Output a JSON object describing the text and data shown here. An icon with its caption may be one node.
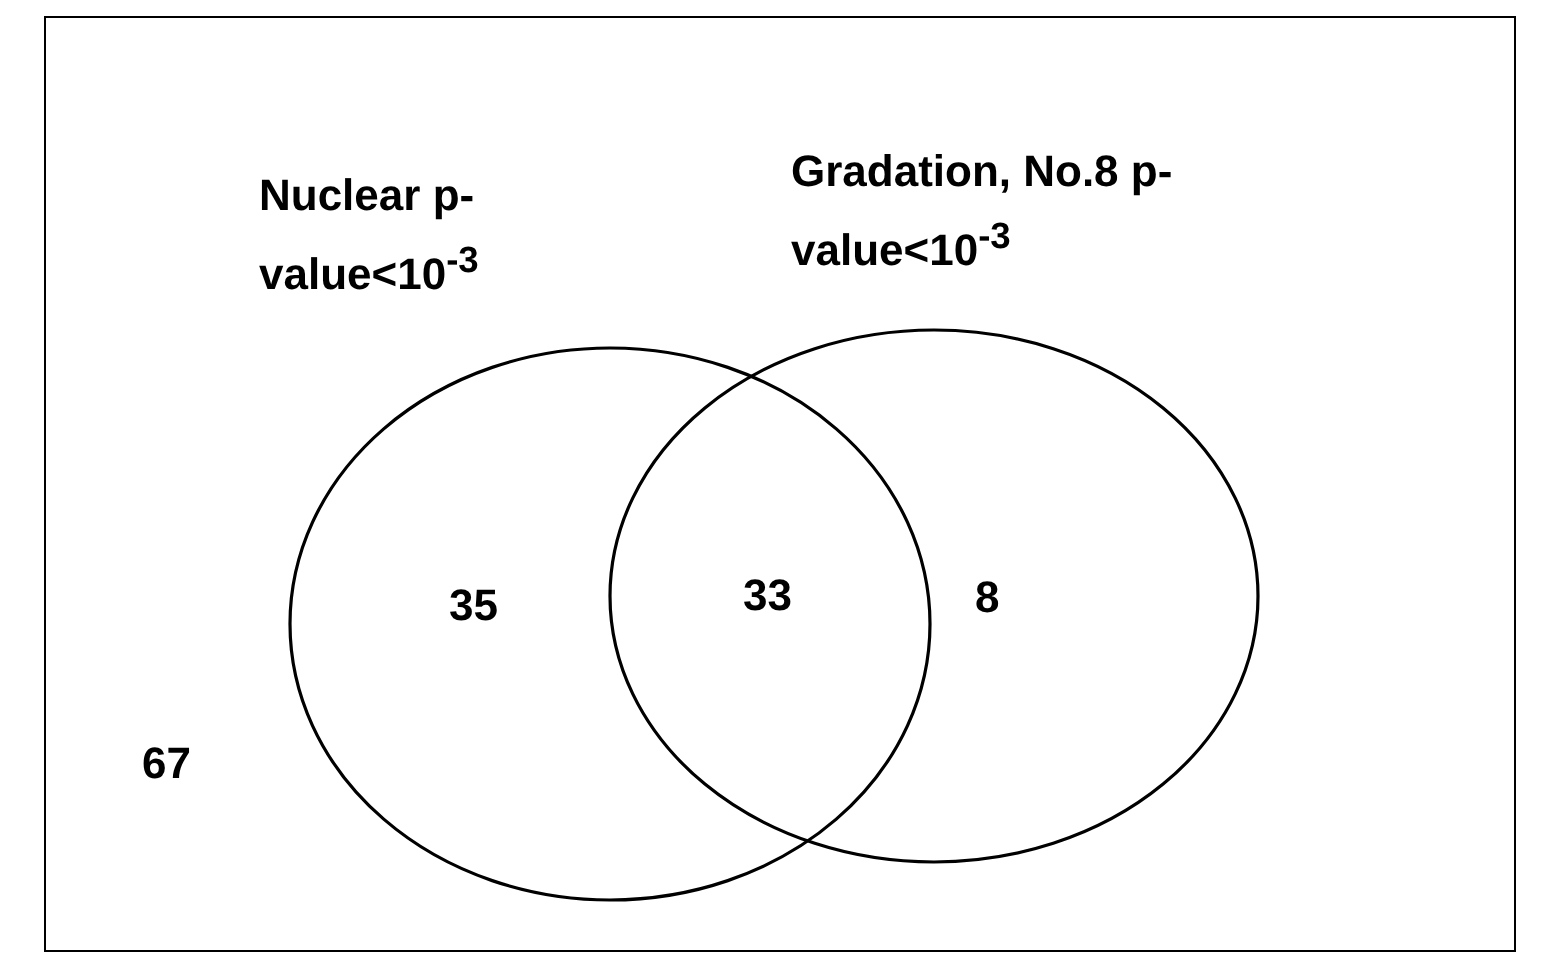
{
  "diagram": {
    "nodes": [
      {
        "text": [
          "67"
        ]
      },
      {
        "text": [
          "Nuclear p-value<10$^{-3}$",
          "35"
        ],
        "in": 0
      },
      {
        "text": [
          "Gradation, No.8 p-value<10$^{-3}$",
          "8"
        ],
        "in": 0
      }
    ],
    "labels": [
      "33"
    ]
  }
}
